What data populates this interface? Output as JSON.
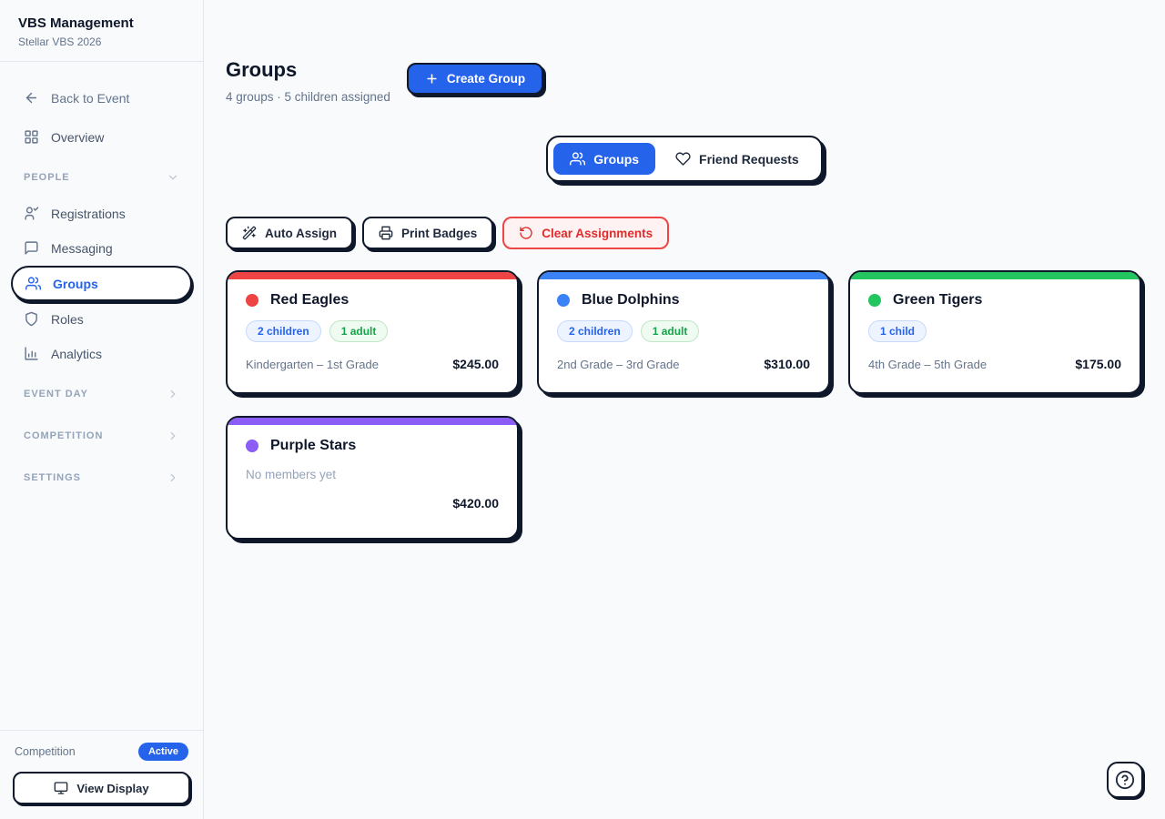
{
  "app": {
    "title": "VBS Management",
    "subtitle": "Stellar VBS 2026"
  },
  "sidebar": {
    "back_label": "Back to Event",
    "overview_label": "Overview",
    "sections": {
      "people": "PEOPLE",
      "event_day": "EVENT DAY",
      "competition": "COMPETITION",
      "settings": "SETTINGS"
    },
    "items": {
      "registrations": "Registrations",
      "messaging": "Messaging",
      "groups": "Groups",
      "roles": "Roles",
      "analytics": "Analytics"
    },
    "footer": {
      "competition_label": "Competition",
      "status_badge": "Active",
      "view_display_label": "View Display"
    }
  },
  "main": {
    "title": "Groups",
    "subtitle": "4 groups · 5 children assigned",
    "create_group_label": "Create Group",
    "tabs": {
      "groups": "Groups",
      "friend_requests": "Friend Requests"
    },
    "actions": {
      "auto_assign": "Auto Assign",
      "print_badges": "Print Badges",
      "clear_assignments": "Clear Assignments"
    }
  },
  "groups": [
    {
      "name": "Red Eagles",
      "color": "#ef4444",
      "badges": [
        {
          "text": "2 children"
        },
        {
          "text": "1 adult"
        }
      ],
      "grade_range": "Kindergarten – 1st Grade",
      "price": "$245.00"
    },
    {
      "name": "Blue Dolphins",
      "color": "#3b82f6",
      "badges": [
        {
          "text": "2 children"
        },
        {
          "text": "1 adult"
        }
      ],
      "grade_range": "2nd Grade – 3rd Grade",
      "price": "$310.00"
    },
    {
      "name": "Green Tigers",
      "color": "#22c55e",
      "badges": [
        {
          "text": "1 child"
        }
      ],
      "grade_range": "4th Grade – 5th Grade",
      "price": "$175.00"
    },
    {
      "name": "Purple Stars",
      "color": "#8b5cf6",
      "badges": [],
      "empty_label": "No members yet",
      "price": "$420.00"
    }
  ],
  "colors": {
    "accent_blue": "#2563eb",
    "danger_red": "#e02b2b",
    "ink": "#0f172a",
    "page_bg": "#f8fafc"
  }
}
